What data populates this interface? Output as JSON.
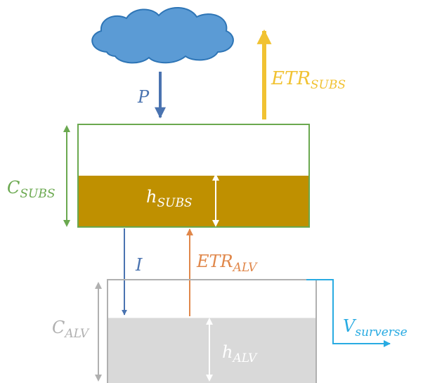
{
  "flows": {
    "precipitation": {
      "symbol": "P",
      "color": "#4a73b0"
    },
    "etr_subs": {
      "symbol": "ETR",
      "subscript": "SUBS",
      "color": "#f1c232"
    },
    "infiltration": {
      "symbol": "I",
      "color": "#4a73b0"
    },
    "etr_alv": {
      "symbol": "ETR",
      "subscript": "ALV",
      "color": "#e0874a"
    },
    "v_surverse": {
      "symbol": "V",
      "subscript": "surverse",
      "color": "#29abe2"
    }
  },
  "substrate": {
    "capacity_symbol": "C",
    "capacity_subscript": "SUBS",
    "level_symbol": "h",
    "level_subscript": "SUBS",
    "border_color": "#6aa84f",
    "fill_color": "#bf9000",
    "fill_fraction": 0.5
  },
  "alveole": {
    "capacity_symbol": "C",
    "capacity_subscript": "ALV",
    "level_symbol": "h",
    "level_subscript": "ALV",
    "border_color": "#b0b0b0",
    "fill_color": "#d9d9d9",
    "fill_fraction": 0.63
  },
  "cloud": {
    "icon": "cloud-icon",
    "fill_color": "#5b9bd5",
    "stroke_color": "#2e75b6"
  }
}
